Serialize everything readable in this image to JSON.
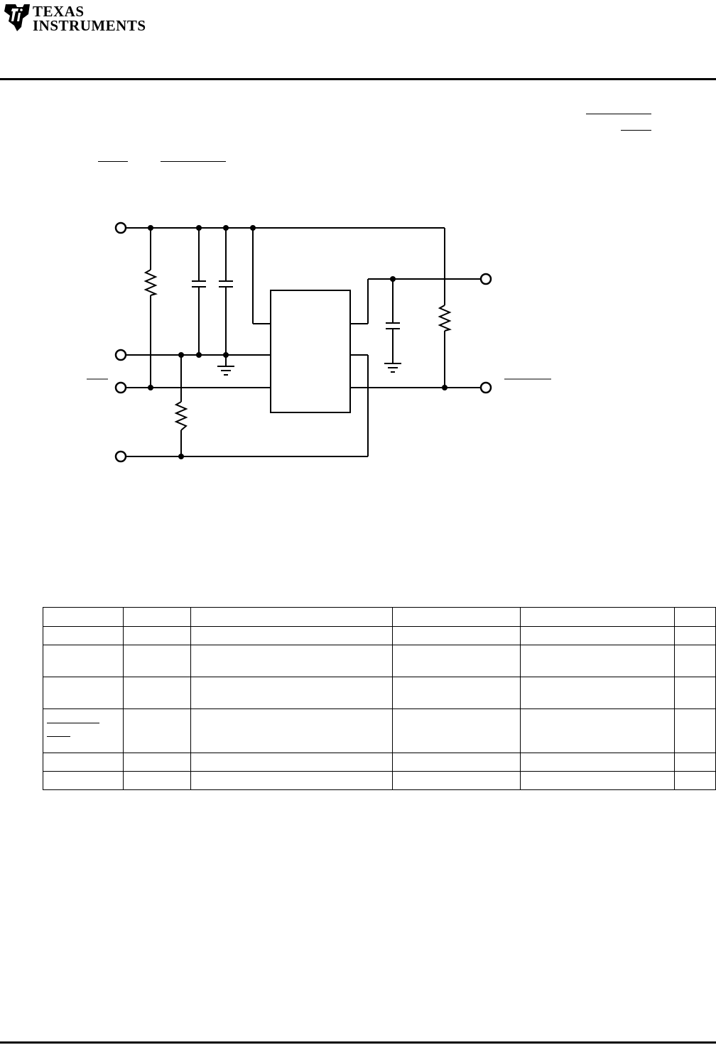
{
  "header": {
    "brand_line1": "TEXAS",
    "brand_line2": "INSTRUMENTS"
  },
  "table": {
    "row_heights": [
      27,
      26,
      45,
      45,
      62,
      26,
      26,
      26
    ]
  }
}
